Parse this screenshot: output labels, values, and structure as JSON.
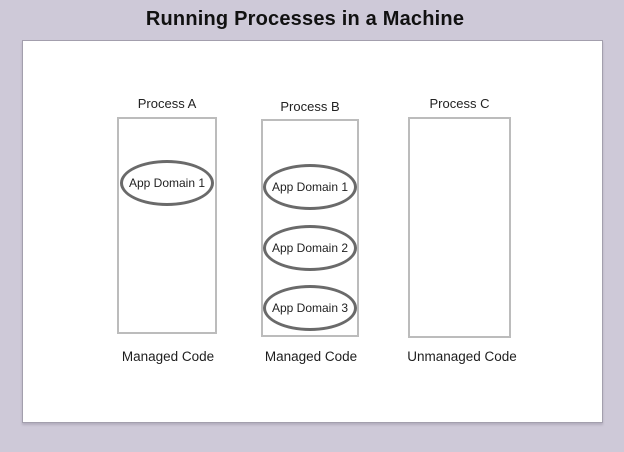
{
  "title": "Running Processes in a Machine",
  "colors": {
    "background": "#cec9d8",
    "panel": "#ffffff",
    "panel_border": "#a39fad",
    "box_border": "#bcbcbc",
    "ellipse_border": "#6a6a6a",
    "text": "#1a1a1a"
  },
  "processes": [
    {
      "label": "Process A",
      "code_label": "Managed Code",
      "domains": [
        "App Domain 1"
      ]
    },
    {
      "label": "Process B",
      "code_label": "Managed Code",
      "domains": [
        "App Domain 1",
        "App Domain 2",
        "App Domain 3"
      ]
    },
    {
      "label": "Process C",
      "code_label": "Unmanaged Code",
      "domains": []
    }
  ]
}
